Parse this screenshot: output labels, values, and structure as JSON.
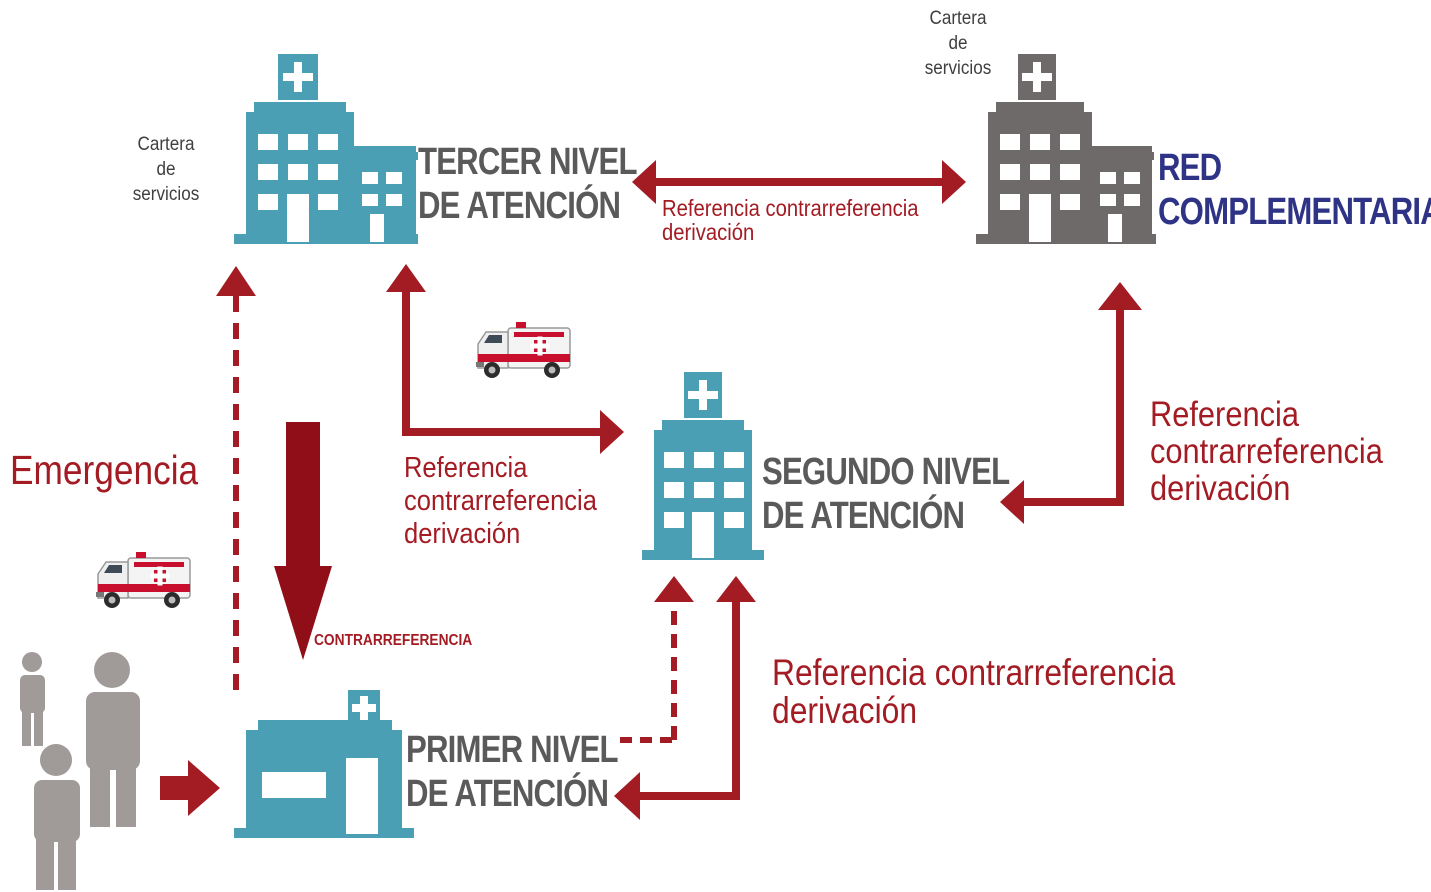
{
  "colors": {
    "hospital_blue": "#4b9fb5",
    "hospital_gray": "#6d6a69",
    "arrow_red": "#a31b23",
    "arrow_dark_red": "#8f0e17",
    "text_gray": "#5a5a5a",
    "text_red": "#a31b23",
    "text_navy": "#2e3386",
    "people_gray": "#a09b99",
    "ambulance_red": "#c8102e"
  },
  "levels": {
    "tercer": {
      "line1": "TERCER NIVEL",
      "line2": "DE ATENCIÓN"
    },
    "segundo": {
      "line1": "SEGUNDO NIVEL",
      "line2": "DE ATENCIÓN"
    },
    "primer": {
      "line1": "PRIMER NIVEL",
      "line2": "DE ATENCIÓN"
    },
    "red": {
      "line1": "RED",
      "line2": "COMPLEMENTARIA"
    }
  },
  "cartera": {
    "tercer": {
      "line1": "Cartera",
      "line2": "de",
      "line3": "servicios"
    },
    "red": {
      "line1": "Cartera",
      "line2": "de",
      "line3": "servicios"
    }
  },
  "labels": {
    "ref_tercer_red": {
      "line1": "Referencia contrarreferencia",
      "line2": "derivación"
    },
    "ref_tercer_segundo": {
      "line1": "Referencia",
      "line2": "contrarreferencia",
      "line3": "derivación"
    },
    "ref_red_segundo": {
      "line1": "Referencia",
      "line2": "contrarreferencia",
      "line3": "derivación"
    },
    "ref_primer_segundo": {
      "line1": "Referencia contrarreferencia",
      "line2": "derivación"
    },
    "emergencia": "Emergencia",
    "contrarreferencia": "CONTRARREFERENCIA"
  },
  "icons": [
    "hospital-icon",
    "ambulance-icon",
    "people-icon",
    "arrow-icon"
  ]
}
